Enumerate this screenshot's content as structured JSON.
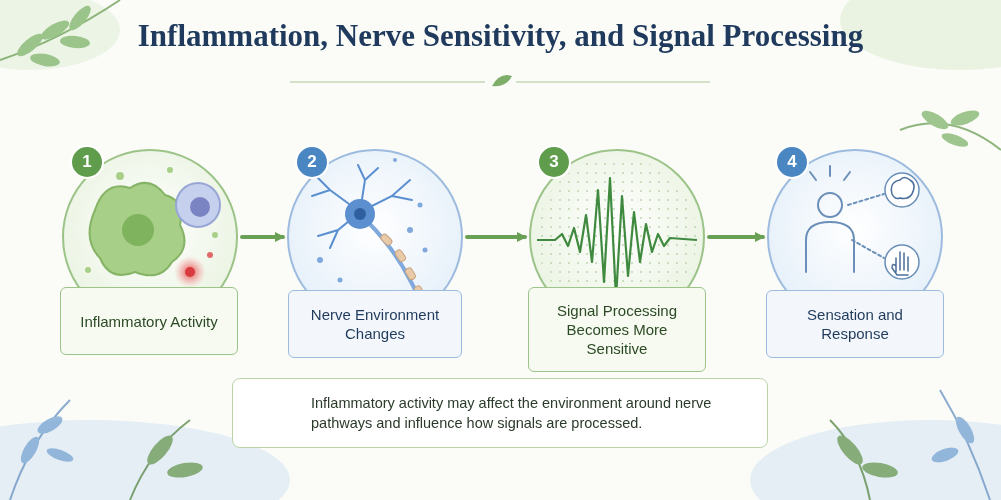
{
  "diagram": {
    "title": "Inflammation, Nerve Sensitivity, and Signal Processing",
    "nodes": [
      {
        "text": [
          "1"
        ]
      },
      {
        "text": [
          "Inflammatory Activity"
        ]
      },
      {
        "text": [
          "2"
        ]
      },
      {
        "text": [
          "Nerve Environment Changes"
        ]
      },
      {
        "text": [
          "3"
        ]
      },
      {
        "text": [
          "Signal Processing Becomes More Sensitive"
        ]
      },
      {
        "text": [
          "4"
        ]
      },
      {
        "text": [
          "Sensation and Response"
        ]
      },
      {
        "text": [
          "Inflammatory activity may affect the environment around nerve pathways and influence how signals are processed."
        ]
      }
    ],
    "edges": [
      {
        "from": 0,
        "to": 2,
        "arrow": "to"
      },
      {
        "from": 2,
        "to": 4,
        "arrow": "to"
      },
      {
        "from": 4,
        "to": 6,
        "arrow": "to"
      }
    ]
  }
}
